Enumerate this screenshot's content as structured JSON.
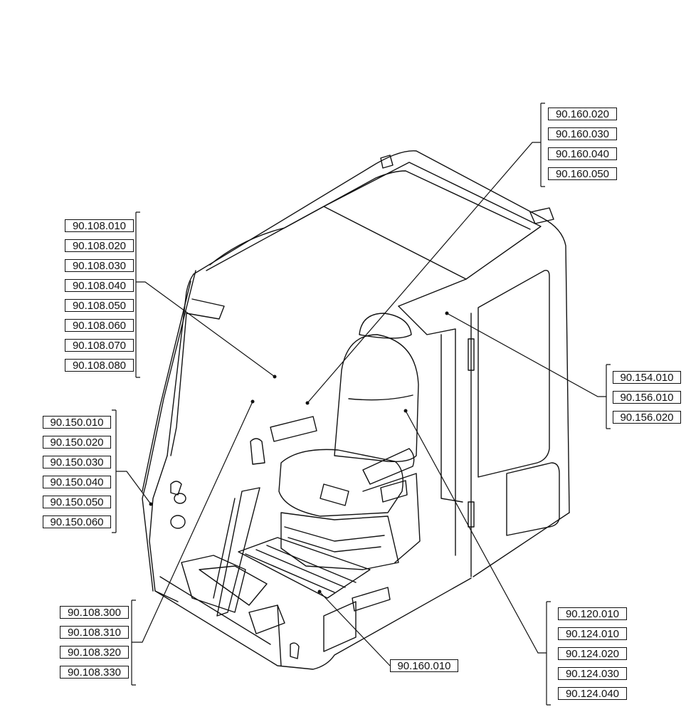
{
  "groups": {
    "cab_top": [
      "90.160.020",
      "90.160.030",
      "90.160.040",
      "90.160.050"
    ],
    "windshield": [
      "90.108.010",
      "90.108.020",
      "90.108.030",
      "90.108.040",
      "90.108.050",
      "90.108.060",
      "90.108.070",
      "90.108.080"
    ],
    "front_pillar": [
      "90.150.010",
      "90.150.020",
      "90.150.030",
      "90.150.040",
      "90.150.050",
      "90.150.060"
    ],
    "lower_front": [
      "90.108.300",
      "90.108.310",
      "90.108.320",
      "90.108.330"
    ],
    "floor": [
      "90.160.010"
    ],
    "rear_pillar": [
      "90.154.010",
      "90.156.010",
      "90.156.020"
    ],
    "seat": [
      "90.120.010",
      "90.124.010",
      "90.124.020",
      "90.124.030",
      "90.124.040"
    ]
  }
}
